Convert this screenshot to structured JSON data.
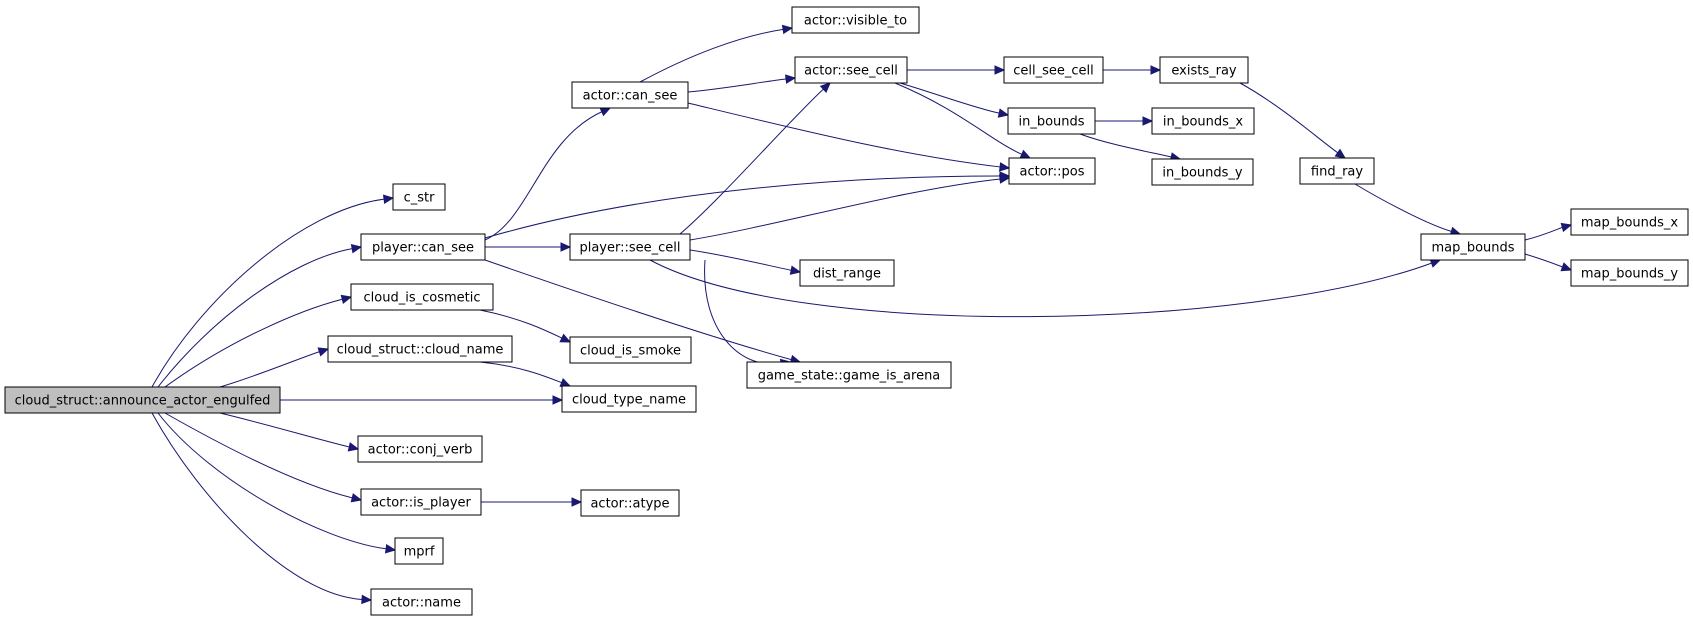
{
  "diagram": {
    "type": "call-graph",
    "colors": {
      "edge": "#191970",
      "node_border": "#000000",
      "root_fill": "#bfbfbf",
      "node_fill": "#ffffff"
    },
    "nodes": [
      {
        "id": "root",
        "label": "cloud_struct::announce_actor_engulfed",
        "root": true
      },
      {
        "id": "c_str",
        "label": "c_str"
      },
      {
        "id": "player_can_see",
        "label": "player::can_see"
      },
      {
        "id": "cloud_is_cosmetic",
        "label": "cloud_is_cosmetic"
      },
      {
        "id": "cloud_name",
        "label": "cloud_struct::cloud_name"
      },
      {
        "id": "cloud_type_name",
        "label": "cloud_type_name"
      },
      {
        "id": "conj_verb",
        "label": "actor::conj_verb"
      },
      {
        "id": "is_player",
        "label": "actor::is_player"
      },
      {
        "id": "mprf",
        "label": "mprf"
      },
      {
        "id": "actor_name",
        "label": "actor::name"
      },
      {
        "id": "actor_can_see",
        "label": "actor::can_see"
      },
      {
        "id": "visible_to",
        "label": "actor::visible_to"
      },
      {
        "id": "player_see_cell",
        "label": "player::see_cell"
      },
      {
        "id": "cloud_is_smoke",
        "label": "cloud_is_smoke"
      },
      {
        "id": "atype",
        "label": "actor::atype"
      },
      {
        "id": "actor_see_cell",
        "label": "actor::see_cell"
      },
      {
        "id": "actor_pos",
        "label": "actor::pos"
      },
      {
        "id": "dist_range",
        "label": "dist_range"
      },
      {
        "id": "game_is_arena",
        "label": "game_state::game_is_arena"
      },
      {
        "id": "cell_see_cell",
        "label": "cell_see_cell"
      },
      {
        "id": "in_bounds",
        "label": "in_bounds"
      },
      {
        "id": "exists_ray",
        "label": "exists_ray"
      },
      {
        "id": "in_bounds_x",
        "label": "in_bounds_x"
      },
      {
        "id": "in_bounds_y",
        "label": "in_bounds_y"
      },
      {
        "id": "find_ray",
        "label": "find_ray"
      },
      {
        "id": "map_bounds",
        "label": "map_bounds"
      },
      {
        "id": "map_bounds_x",
        "label": "map_bounds_x"
      },
      {
        "id": "map_bounds_y",
        "label": "map_bounds_y"
      }
    ],
    "edges": [
      [
        "root",
        "c_str"
      ],
      [
        "root",
        "player_can_see"
      ],
      [
        "root",
        "cloud_is_cosmetic"
      ],
      [
        "root",
        "cloud_name"
      ],
      [
        "root",
        "cloud_type_name"
      ],
      [
        "root",
        "conj_verb"
      ],
      [
        "root",
        "is_player"
      ],
      [
        "root",
        "mprf"
      ],
      [
        "root",
        "actor_name"
      ],
      [
        "player_can_see",
        "actor_can_see"
      ],
      [
        "player_can_see",
        "player_see_cell"
      ],
      [
        "player_can_see",
        "actor_pos"
      ],
      [
        "player_can_see",
        "game_is_arena"
      ],
      [
        "actor_can_see",
        "visible_to"
      ],
      [
        "actor_can_see",
        "actor_see_cell"
      ],
      [
        "actor_can_see",
        "actor_pos"
      ],
      [
        "player_see_cell",
        "actor_see_cell"
      ],
      [
        "player_see_cell",
        "actor_pos"
      ],
      [
        "player_see_cell",
        "dist_range"
      ],
      [
        "player_see_cell",
        "game_is_arena"
      ],
      [
        "player_see_cell",
        "map_bounds"
      ],
      [
        "cloud_is_cosmetic",
        "cloud_is_smoke"
      ],
      [
        "cloud_name",
        "cloud_type_name"
      ],
      [
        "is_player",
        "atype"
      ],
      [
        "actor_see_cell",
        "cell_see_cell"
      ],
      [
        "actor_see_cell",
        "in_bounds"
      ],
      [
        "actor_see_cell",
        "actor_pos"
      ],
      [
        "cell_see_cell",
        "exists_ray"
      ],
      [
        "in_bounds",
        "in_bounds_x"
      ],
      [
        "in_bounds",
        "in_bounds_y"
      ],
      [
        "exists_ray",
        "find_ray"
      ],
      [
        "find_ray",
        "map_bounds"
      ],
      [
        "map_bounds",
        "map_bounds_x"
      ],
      [
        "map_bounds",
        "map_bounds_y"
      ]
    ]
  }
}
